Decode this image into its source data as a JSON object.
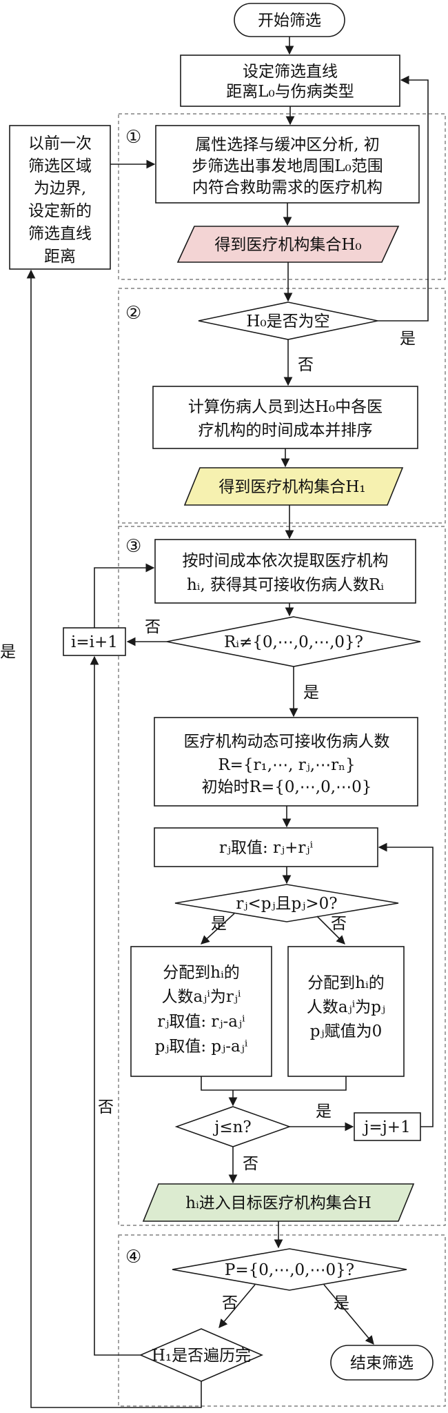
{
  "nodes": {
    "start": "开始筛选",
    "set_line": [
      "设定筛选直线",
      "距离L₀与伤病类型"
    ],
    "buffer": [
      "属性选择与缓冲区分析, 初",
      "步筛选出事发地周围L₀范围",
      "内符合救助需求的医疗机构"
    ],
    "get_h0": "得到医疗机构集合H₀",
    "h0_empty": "H₀是否为空",
    "calc_cost": [
      "计算伤病人员到达H₀中各医",
      "疗机构的时间成本并排序"
    ],
    "get_h1": "得到医疗机构集合H₁",
    "extract": [
      "按时间成本依次提取医疗机构",
      "hᵢ, 获得其可接收伤病人数Rᵢ"
    ],
    "ri_check": "Rᵢ≠{0,⋯,0,⋯,0}?",
    "dynamic": [
      "医疗机构动态可接收伤病人数",
      "R={r₁,⋯, rⱼ,⋯rₙ}",
      "初始时R={0,⋯,0,⋯0}"
    ],
    "rj_value": "rⱼ取值: rⱼ+rⱼⁱ",
    "rj_check": "rⱼ<pⱼ且pⱼ>0?",
    "assign_yes": [
      "分配到hᵢ的",
      "人数aⱼⁱ为rⱼⁱ",
      "rⱼ取值: rⱼ-aⱼⁱ",
      "pⱼ取值: pⱼ-aⱼⁱ"
    ],
    "assign_no": [
      "分配到hᵢ的",
      "人数aⱼⁱ为pⱼ",
      "pⱼ赋值为0"
    ],
    "j_check": "j≤n?",
    "j_inc": "j=j+1",
    "i_inc": "i=i+1",
    "enter_h": "hᵢ进入目标医疗机构集合H",
    "p_check": "P={0,⋯,0,⋯0}?",
    "h1_done": "H₁是否遍历完",
    "end": "结束筛选",
    "left_box": [
      "以前一次",
      "筛选区域",
      "为边界,",
      "设定新的",
      "筛选直线",
      "距离"
    ]
  },
  "section_numbers": [
    "①",
    "②",
    "③",
    "④"
  ],
  "labels": {
    "yes": "是",
    "no": "否"
  },
  "colors": {
    "h0_fill": "#f3d4d4",
    "h1_fill": "#f6f1b0",
    "h_fill": "#dcebd0",
    "line": "#1a1a1a",
    "dashed": "#666666"
  }
}
